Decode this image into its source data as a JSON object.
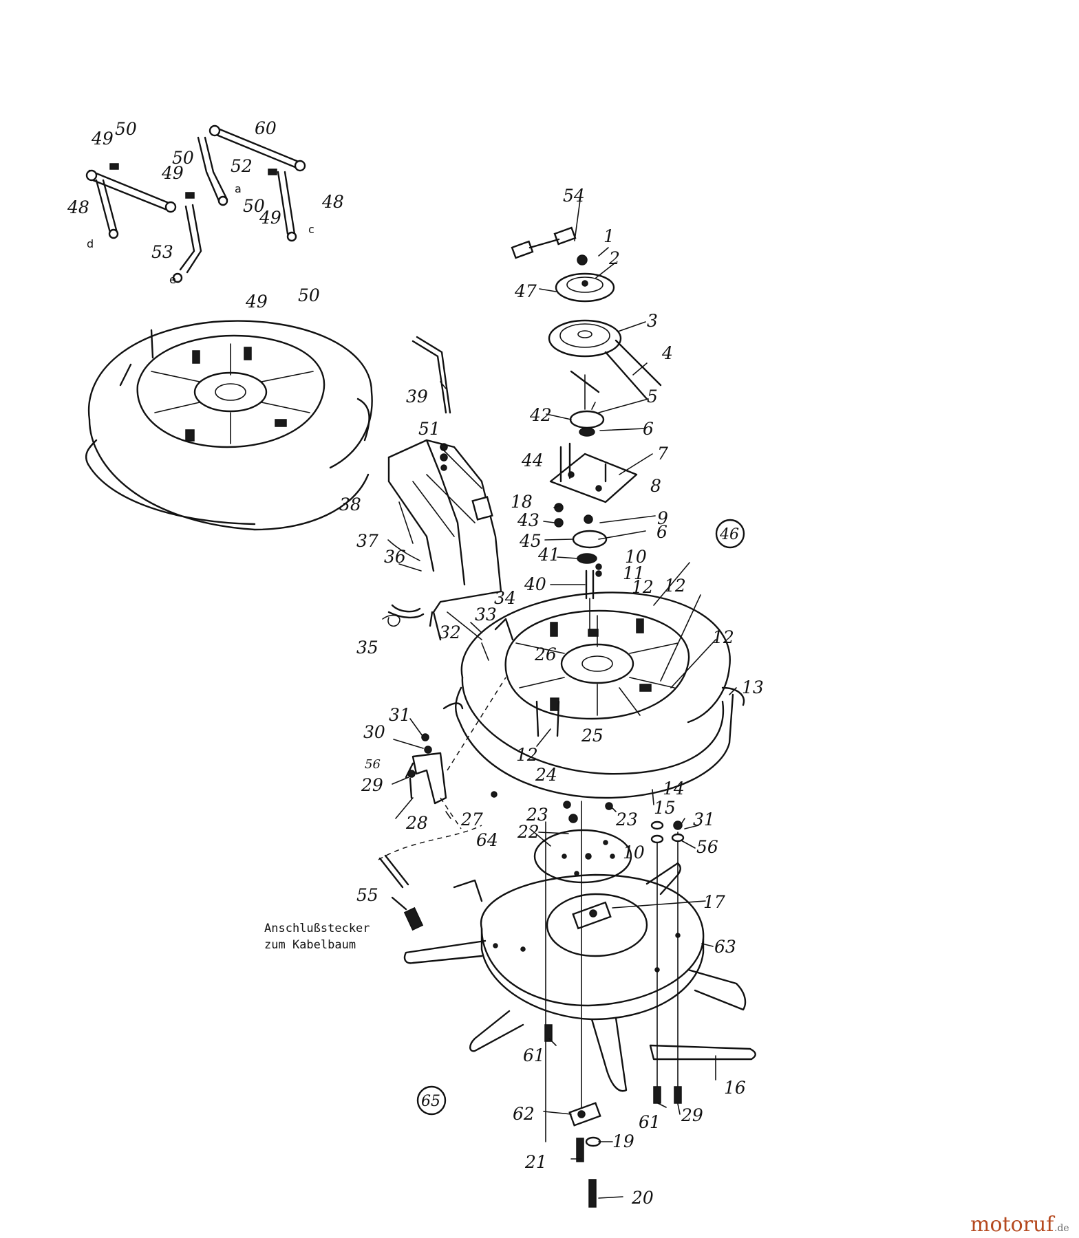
{
  "callouts": {
    "c1": "1",
    "c2": "2",
    "c3": "3",
    "c4": "4",
    "c5": "5",
    "c6a": "6",
    "c6b": "6",
    "c7": "7",
    "c8": "8",
    "c9": "9",
    "c10a": "10",
    "c10b": "10",
    "c11": "11",
    "c12a": "12",
    "c12b": "12",
    "c12c": "12",
    "c12d": "12",
    "c13": "13",
    "c14": "14",
    "c15": "15",
    "c16": "16",
    "c17": "17",
    "c18": "18",
    "c19": "19",
    "c20": "20",
    "c21": "21",
    "c22": "22",
    "c23a": "23",
    "c23b": "23",
    "c24": "24",
    "c25": "25",
    "c26": "26",
    "c27": "27",
    "c28": "28",
    "c29a": "29",
    "c29b": "29",
    "c30": "30",
    "c31a": "31",
    "c31b": "31",
    "c32": "32",
    "c33": "33",
    "c34": "34",
    "c35": "35",
    "c36": "36",
    "c37": "37",
    "c38": "38",
    "c39": "39",
    "c40": "40",
    "c41": "41",
    "c42": "42",
    "c43": "43",
    "c44": "44",
    "c45": "45",
    "c47": "47",
    "c48a": "48",
    "c48b": "48",
    "c49a": "49",
    "c49b": "49",
    "c49c": "49",
    "c49d": "49",
    "c50a": "50",
    "c50b": "50",
    "c50c": "50",
    "c50d": "50",
    "c51": "51",
    "c52": "52",
    "c53": "53",
    "c54": "54",
    "c55": "55",
    "c56a": "56",
    "c56b": "56",
    "c60": "60",
    "c61a": "61",
    "c61b": "61",
    "c62": "62",
    "c63": "63",
    "c64": "64"
  },
  "circled": {
    "k46": "46",
    "k65": "65"
  },
  "letters": {
    "a": "a",
    "c": "c",
    "d": "d",
    "e": "e"
  },
  "caption": {
    "line1": "Anschlußstecker",
    "line2": "zum Kabelbaum"
  },
  "logo": {
    "main": "motoruf",
    "suffix": ".de"
  }
}
